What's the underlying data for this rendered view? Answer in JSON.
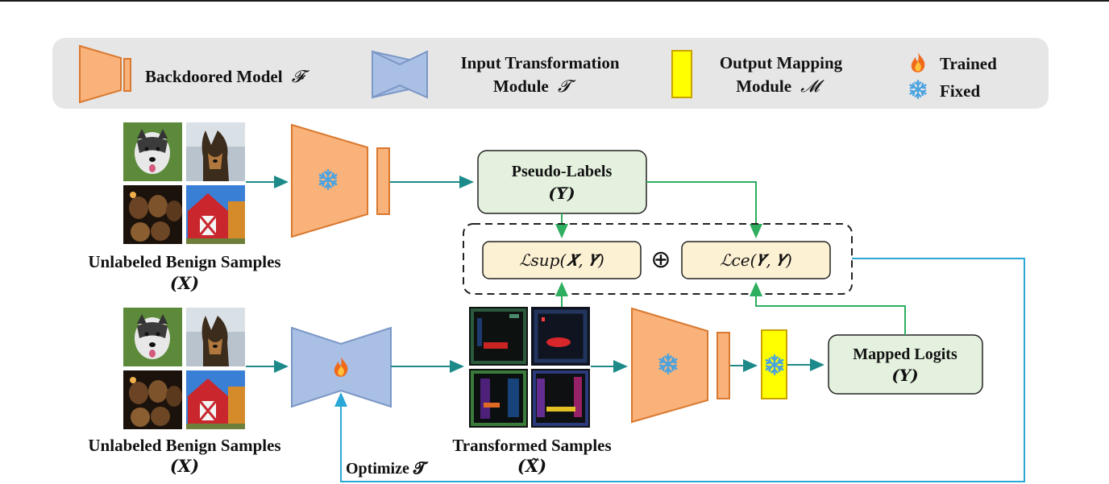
{
  "legend": {
    "backdoored_model": "Backdoored Model",
    "backdoored_model_sym": "𝓕",
    "input_transform_line1": "Input Transformation",
    "input_transform_line2": "Module",
    "input_transform_sym": "𝓣",
    "output_mapping_line1": "Output Mapping",
    "output_mapping_line2": "Module",
    "output_mapping_sym": "𝓜",
    "trained": "Trained",
    "fixed": "Fixed"
  },
  "top_branch": {
    "samples_label": "Unlabeled Benign Samples",
    "samples_sym": "(𝑿)",
    "pseudo_labels": "Pseudo-Labels",
    "pseudo_labels_sym": "(𝒀̄)"
  },
  "losses": {
    "sup": "ℒsup(𝑿̃, 𝒀̄)",
    "plus": "⊕",
    "ce": "ℒce(𝒀̄, 𝒀)"
  },
  "bottom_branch": {
    "samples_label": "Unlabeled Benign Samples",
    "samples_sym": "(𝑿)",
    "transformed_label": "Transformed Samples",
    "transformed_sym": "(𝑿̃)",
    "mapped_logits": "Mapped Logits",
    "mapped_logits_sym": "(𝒀)",
    "optimize": "Optimize 𝓣"
  },
  "colors": {
    "legend_bg": "#e6e6e6",
    "model_fill": "#f9b27a",
    "model_stroke": "#d9792f",
    "transform_fill": "#a9bfe4",
    "transform_stroke": "#7c97c6",
    "mapping_fill": "#ffff00",
    "mapping_stroke": "#c9a400",
    "box_green": "#e4f1de",
    "box_loss": "#fdf1d3",
    "arrow_teal": "#1d8a8a",
    "arrow_green": "#2fae5f",
    "arrow_cyan": "#2aa7d6"
  },
  "icons": {
    "trained": "fire-icon",
    "fixed": "snowflake-icon"
  }
}
